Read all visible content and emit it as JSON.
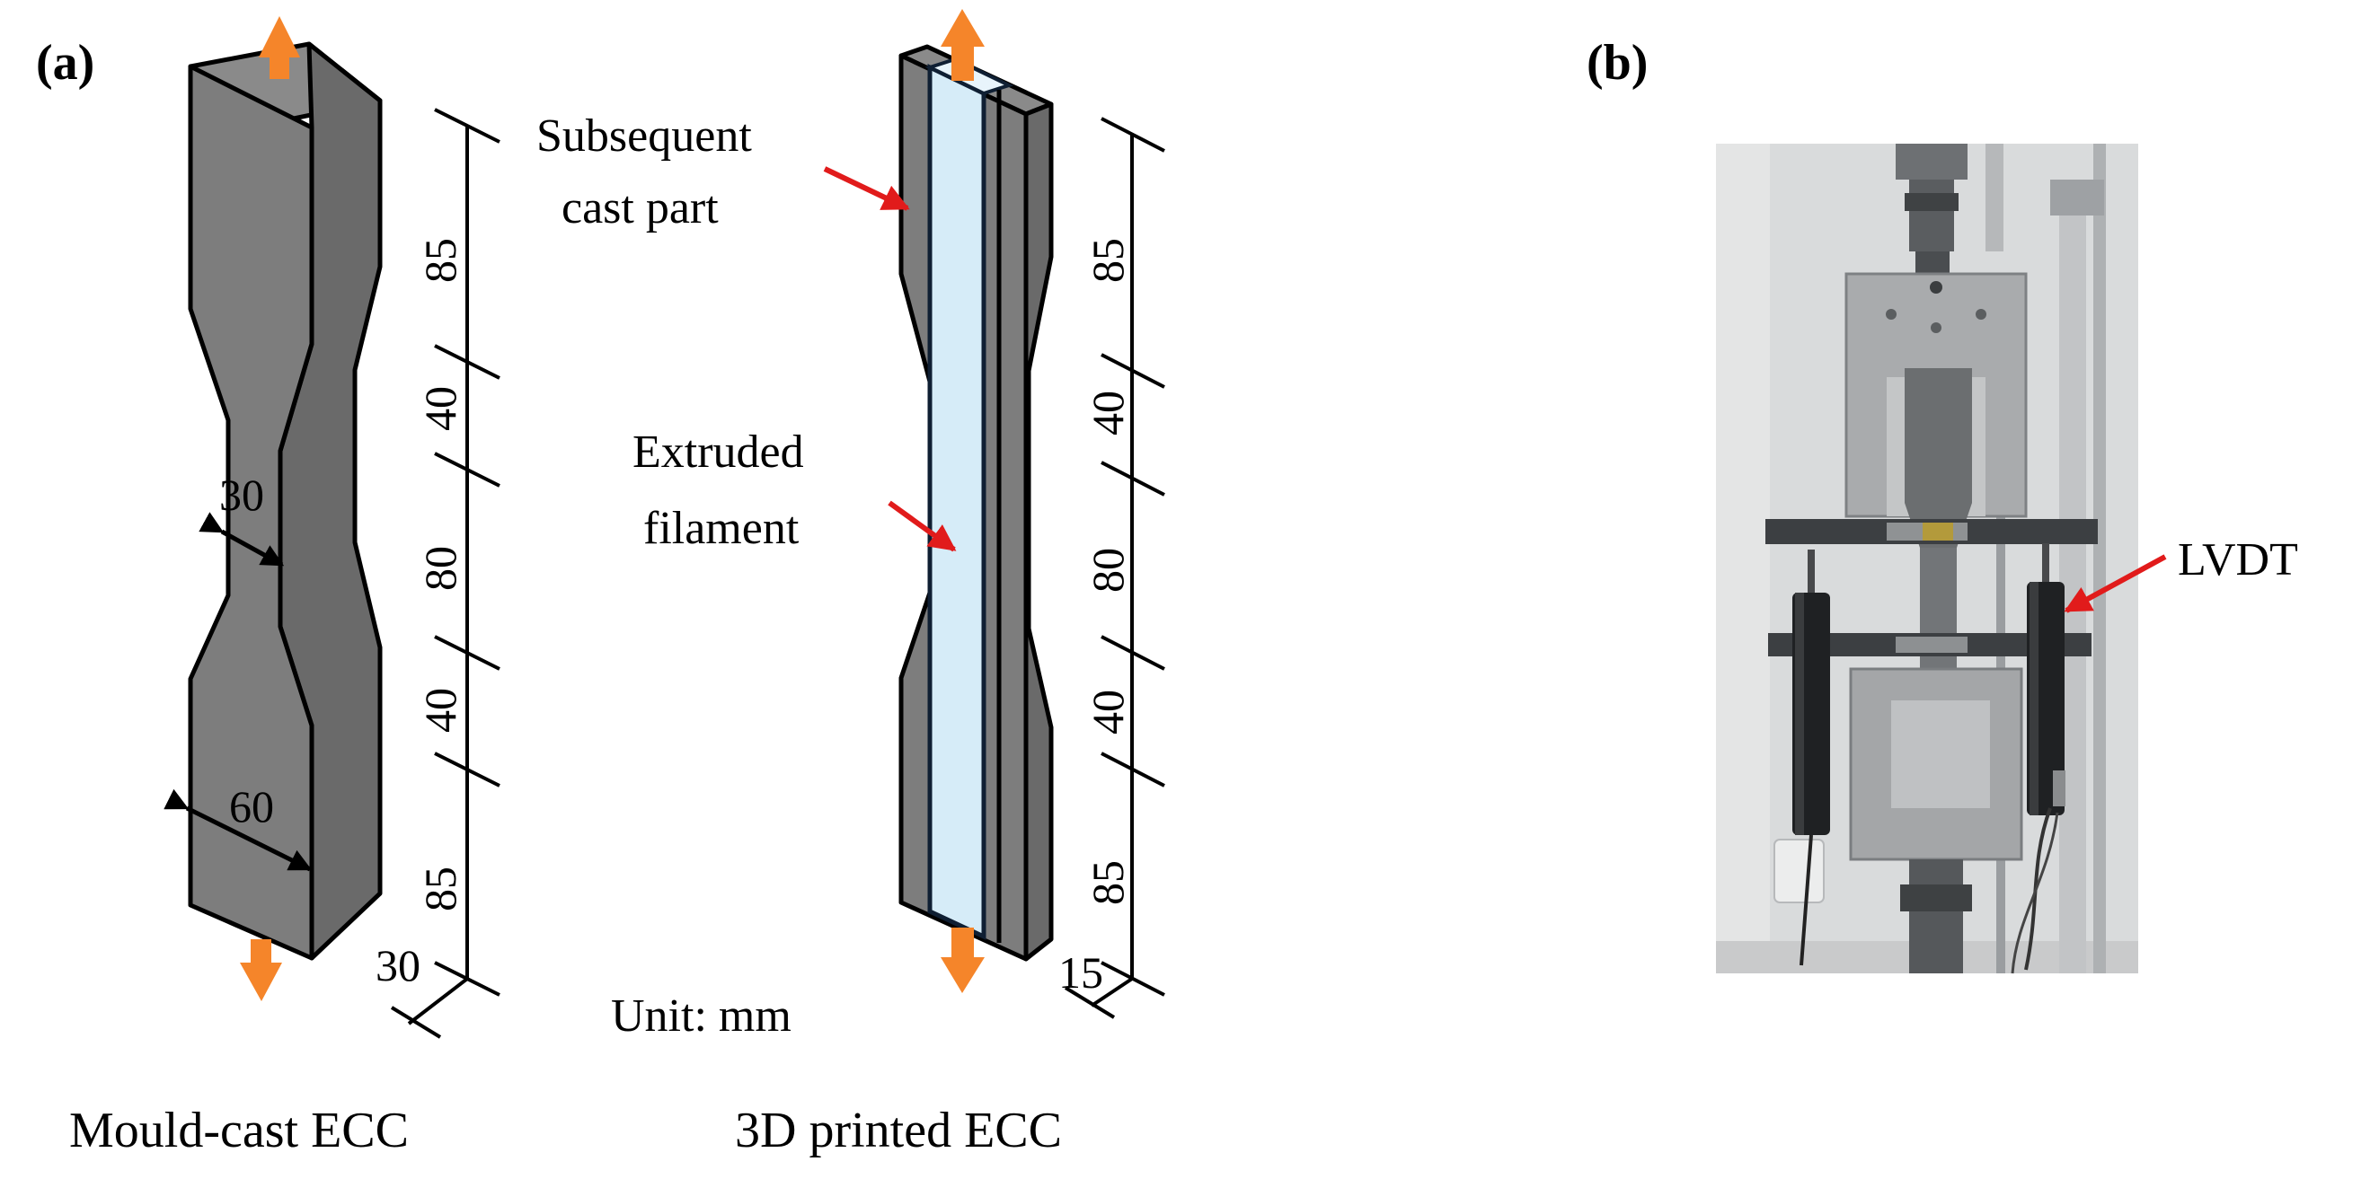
{
  "panel_a": {
    "label": "(a)",
    "mould_cast": {
      "caption": "Mould-cast ECC",
      "dim_neck_width": "30",
      "dim_end_width": "60",
      "thickness": "30"
    },
    "printed": {
      "caption": "3D printed ECC",
      "callout_cast": [
        "Subsequent",
        "cast part"
      ],
      "callout_filament": [
        "Extruded",
        "filament"
      ],
      "thickness": "15"
    },
    "length_dims": [
      "85",
      "40",
      "80",
      "40",
      "85"
    ],
    "unit": "Unit: mm"
  },
  "panel_b": {
    "label": "(b)",
    "callout_lvdt": "LVDT"
  },
  "colors": {
    "specimen_front": "#7d7d7d",
    "specimen_side": "#646464",
    "filament": "#d6ecf8",
    "load_arrow": "#f5852a",
    "callout_arrow": "#e11b1b"
  }
}
